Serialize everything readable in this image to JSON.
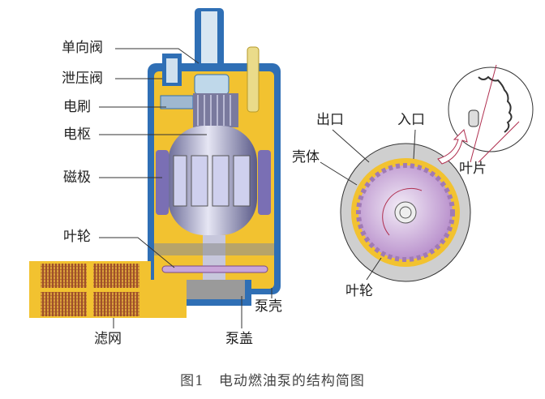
{
  "labels": {
    "check_valve": "单向阀",
    "relief_valve": "泄压阀",
    "brush": "电刷",
    "armature": "电枢",
    "magnet_pole": "磁极",
    "impeller_left": "叶轮",
    "filter": "滤网",
    "pump_cover": "泵盖",
    "pump_housing": "泵壳",
    "outlet": "出口",
    "inlet": "入口",
    "casing": "壳体",
    "blade": "叶片",
    "impeller_right": "叶轮"
  },
  "caption": "图1　电动燃油泵的结构简图",
  "colors": {
    "body": "#2f6fb5",
    "fuel": "#f2c230",
    "magnet": "#7a6fb4",
    "armature": "#b8b8d8",
    "filter": "#a0502a",
    "casing": "#cfcfcf",
    "impeller": "#c9a6d9",
    "leader": "#333333",
    "arrow": "#b03050"
  }
}
